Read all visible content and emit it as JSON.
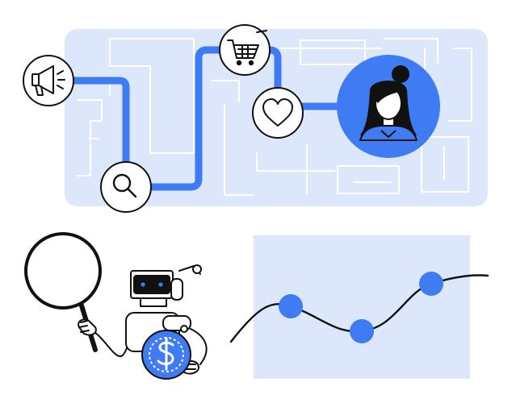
{
  "illustration": {
    "palette": {
      "primary": "#3F7BF2",
      "panel": "#DCE7FB",
      "stroke": "#111111",
      "background": "#FFFFFF",
      "skin": "#FFFFFF"
    },
    "journey_map": {
      "touchpoints": [
        {
          "icon": "megaphone-icon",
          "stage": 1
        },
        {
          "icon": "magnifier-icon",
          "stage": 2
        },
        {
          "icon": "shopping-cart-icon",
          "stage": 3
        },
        {
          "icon": "heart-icon",
          "stage": 4
        }
      ],
      "destination": "customer-avatar"
    },
    "robot": {
      "holding": [
        "magnifying-glass-icon",
        "dollar-coin-icon"
      ]
    },
    "trend_chart": {
      "points": 3,
      "trend": "rising"
    }
  }
}
